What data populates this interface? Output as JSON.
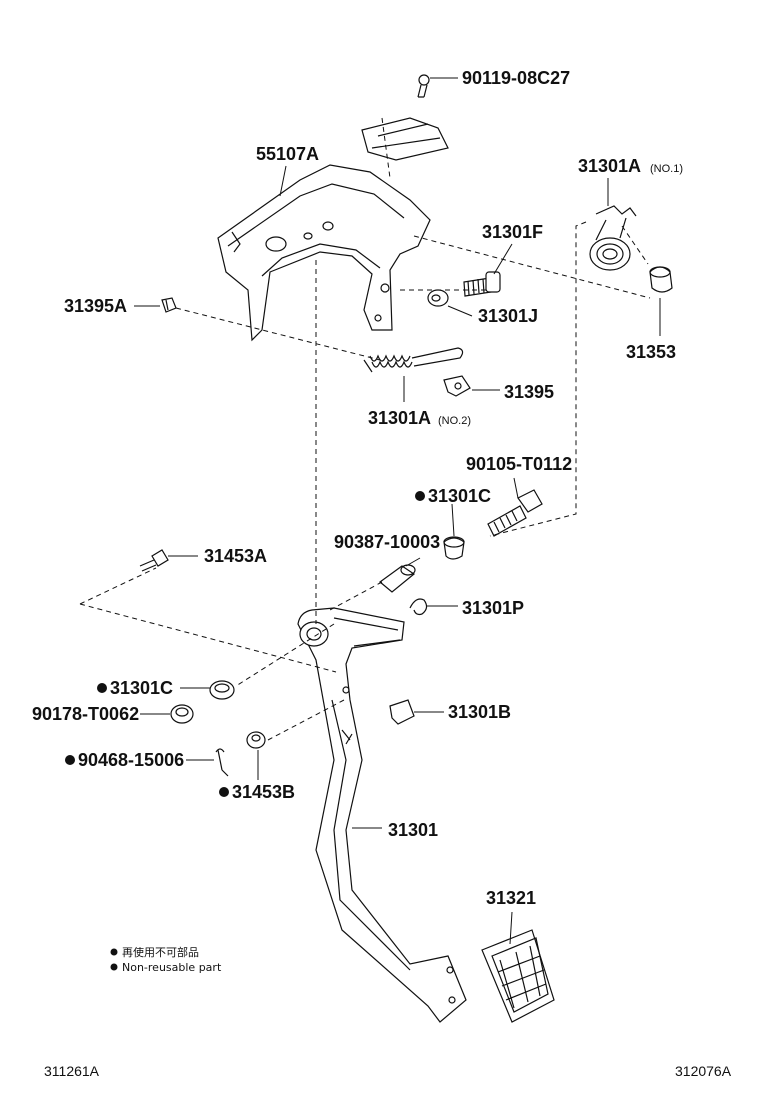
{
  "parts": {
    "p_9011908C27": "90119-08C27",
    "p_55107A": "55107A",
    "p_31301A_no1": "31301A",
    "p_31301A_no1_suffix": "(NO.1)",
    "p_31301F": "31301F",
    "p_31395A": "31395A",
    "p_31301J": "31301J",
    "p_31353": "31353",
    "p_31395": "31395",
    "p_31301A_no2": "31301A",
    "p_31301A_no2_suffix": "(NO.2)",
    "p_90105T0112": "90105-T0112",
    "p_31301C_top": "31301C",
    "p_31453A": "31453A",
    "p_9038710003": "90387-10003",
    "p_31301P": "31301P",
    "p_31301C_mid": "31301C",
    "p_90178T0062": "90178-T0062",
    "p_31301B": "31301B",
    "p_9046815006": "90468-15006",
    "p_31453B": "31453B",
    "p_31301": "31301",
    "p_31321": "31321"
  },
  "legend": {
    "line_ja": "再使用不可部品",
    "line_en": "Non-reusable part"
  },
  "footer": {
    "left_code": "311261A",
    "right_code": "312076A"
  }
}
